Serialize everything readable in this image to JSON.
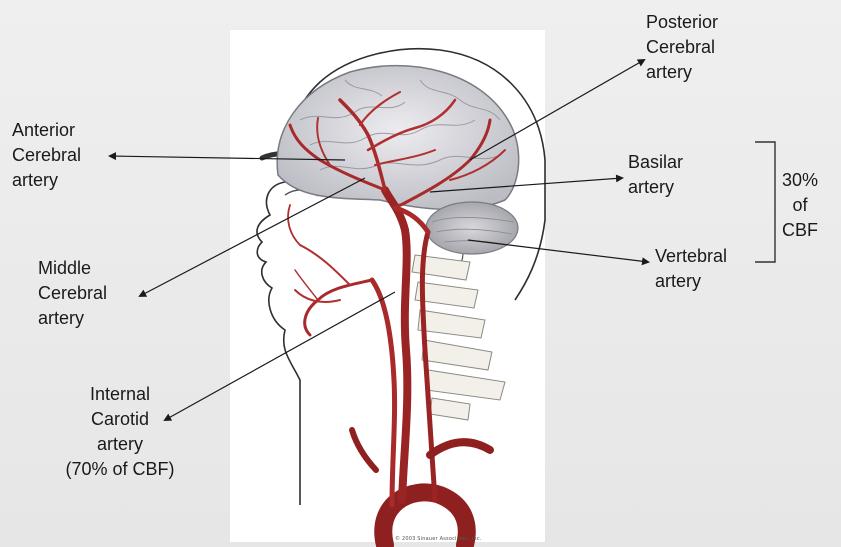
{
  "labels": {
    "posterior_cerebral": [
      "Posterior",
      "Cerebral",
      "artery"
    ],
    "anterior_cerebral": [
      "Anterior",
      "Cerebral",
      "artery"
    ],
    "basilar": [
      "Basilar",
      "artery"
    ],
    "middle_cerebral": [
      "Middle",
      "Cerebral",
      "artery"
    ],
    "vertebral": [
      "Vertebral",
      "artery"
    ],
    "internal_carotid": [
      "Internal",
      "Carotid",
      "artery",
      "(70% of CBF)"
    ],
    "cbf_share": [
      "30%",
      "of",
      "CBF"
    ]
  },
  "copyright": "© 2003 Sinauer Associates, Inc.",
  "colors": {
    "artery": "#9a2424",
    "artery_light": "#c24a4a",
    "brain": "#d9d9de",
    "outline": "#3a3a3a",
    "background": "#ececec",
    "panel": "#ffffff"
  }
}
